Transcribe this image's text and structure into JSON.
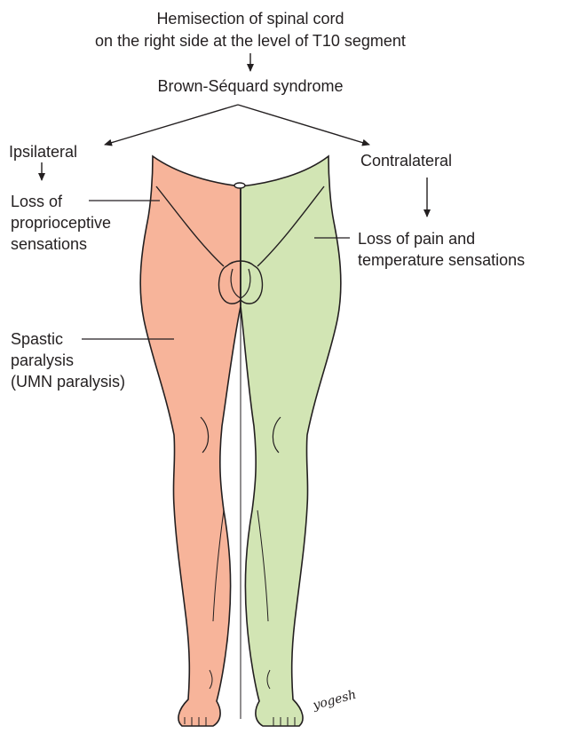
{
  "title": {
    "line1": "Hemisection of spinal cord",
    "line2": "on the right side at the level of T10 segment"
  },
  "syndrome": "Brown-Séquard syndrome",
  "ipsilateral": {
    "heading": "Ipsilateral",
    "proprioception": [
      "Loss of",
      "proprioceptive",
      "sensations"
    ],
    "paralysis": [
      "Spastic",
      "paralysis",
      "(UMN paralysis)"
    ]
  },
  "contralateral": {
    "heading": "Contralateral",
    "pain_temperature": [
      "Loss of pain and",
      "temperature sensations"
    ]
  },
  "signature": "yogesh",
  "colors": {
    "ipsilateral_fill": "#f7b49a",
    "contralateral_fill": "#d2e5b4",
    "ink": "#231f20"
  }
}
